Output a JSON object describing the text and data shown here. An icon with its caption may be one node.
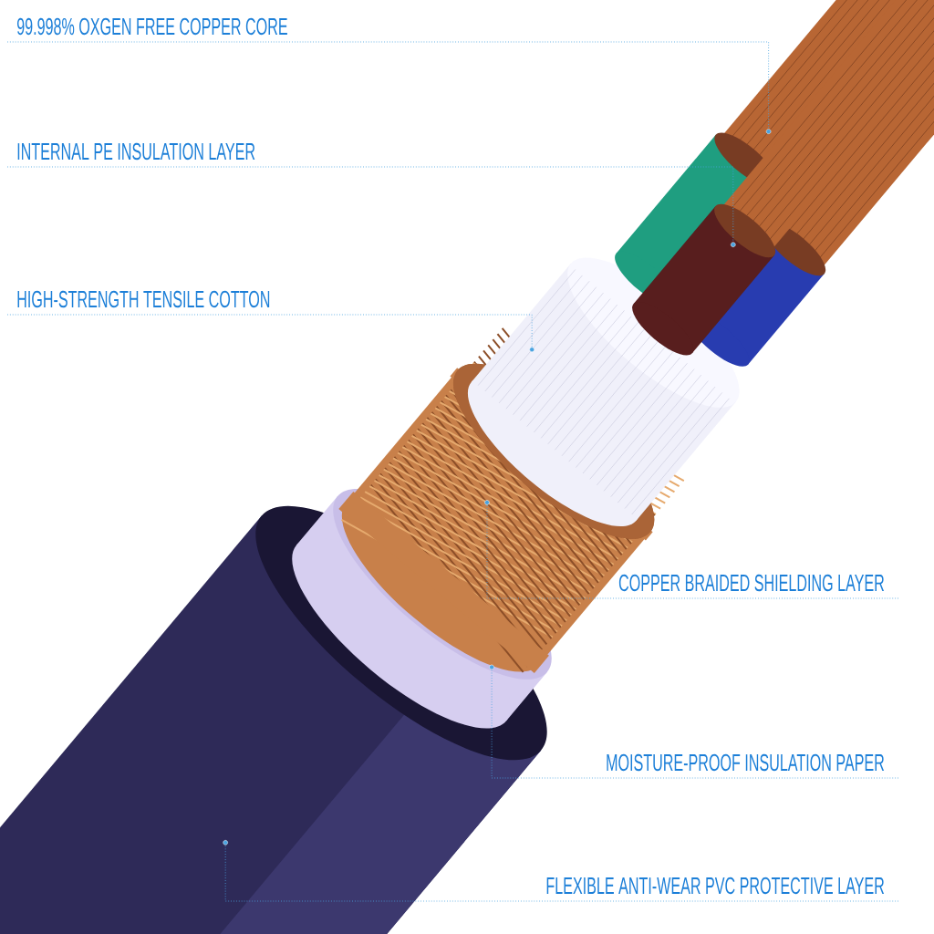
{
  "diagram": {
    "nodes": [
      {
        "text": [
          "99.998% OXGEN FREE COPPER CORE"
        ]
      },
      {
        "text": [
          "INTERNAL PE INSULATION LAYER"
        ]
      },
      {
        "text": [
          "HIGH-STRENGTH TENSILE COTTON"
        ]
      },
      {
        "text": [
          "COPPER BRAIDED SHIELDING LAYER"
        ]
      },
      {
        "text": [
          "MOISTURE-PROOF INSULATION PAPER"
        ]
      },
      {
        "text": [
          "FLEXIBLE ANTI-WEAR PVC PROTECTIVE LAYER"
        ]
      },
      {
        "text": [],
        "shape": "circle"
      },
      {
        "text": [],
        "shape": "circle"
      },
      {
        "text": [],
        "shape": "circle"
      },
      {
        "text": [],
        "shape": "circle"
      },
      {
        "text": [],
        "shape": "circle"
      },
      {
        "text": [],
        "shape": "circle"
      }
    ],
    "edges": [
      {
        "from": 0,
        "to": 6,
        "arrow": "none"
      },
      {
        "from": 1,
        "to": 7,
        "arrow": "none"
      },
      {
        "from": 2,
        "to": 8,
        "arrow": "none"
      },
      {
        "from": 3,
        "to": 9,
        "arrow": "none"
      },
      {
        "from": 4,
        "to": 10,
        "arrow": "none"
      },
      {
        "from": 5,
        "to": 11,
        "arrow": "none"
      }
    ]
  }
}
